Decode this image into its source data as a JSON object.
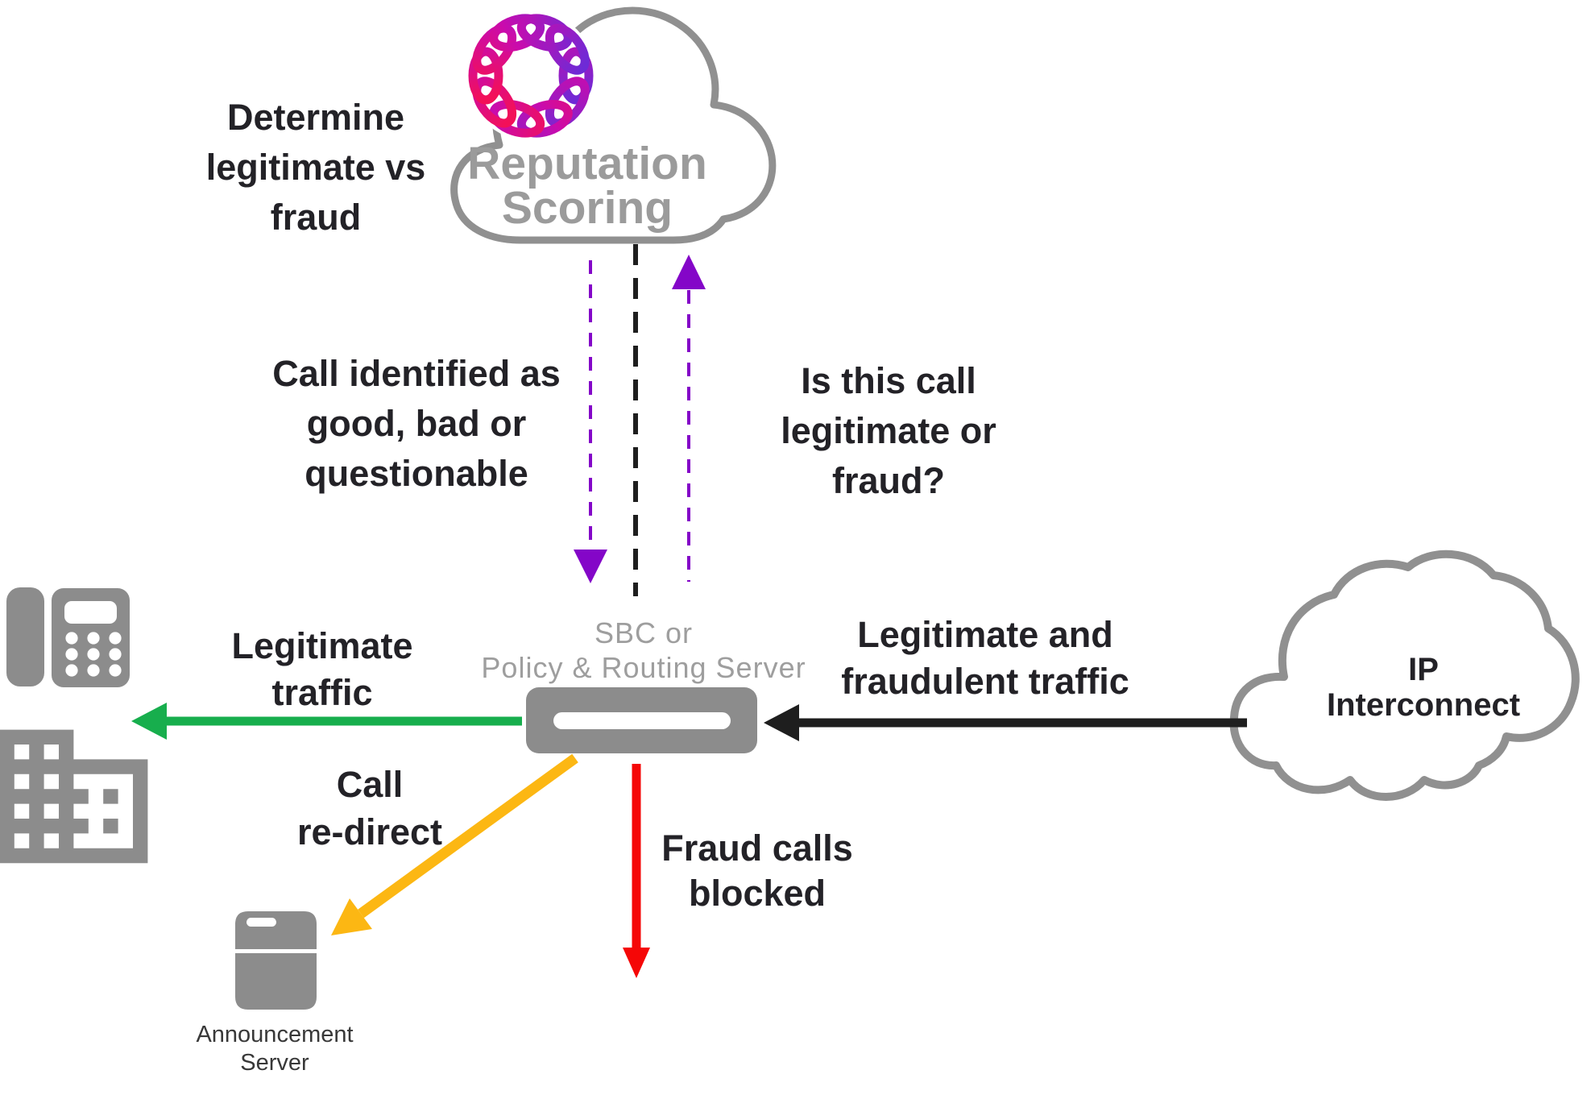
{
  "colors": {
    "green": "#17ae4d",
    "yellow": "#fcb713",
    "red": "#f50707",
    "purple": "#8406c8",
    "ink": "#1e1e1e",
    "node-gray": "#8c8c8c",
    "cloud-stroke": "#909090",
    "label-gray": "#9e9e9e",
    "logo-pink": "#f31058",
    "logo-magenta": "#c90bad",
    "logo-purple": "#6d2bd6"
  },
  "nodes": {
    "reputation_cloud": {
      "label": "Reputation\nScoring"
    },
    "sbc": {
      "label": "SBC or\nPolicy & Routing Server"
    },
    "ip_cloud": {
      "label": "IP Interconnect"
    },
    "announcement_server": {
      "label": "Announcement\nServer"
    }
  },
  "annotations": {
    "determine": "Determine\nlegitimate vs\nfraud",
    "call_identified": "Call identified as\ngood, bad or\nquestionable",
    "is_this_call": "Is this call\nlegitimate or\nfraud?",
    "legitimate_traffic": "Legitimate\ntraffic",
    "legitimate_fraudulent": "Legitimate and\nfraudulent traffic",
    "call_redirect": "Call\nre-direct",
    "fraud_blocked": "Fraud calls\nblocked"
  }
}
